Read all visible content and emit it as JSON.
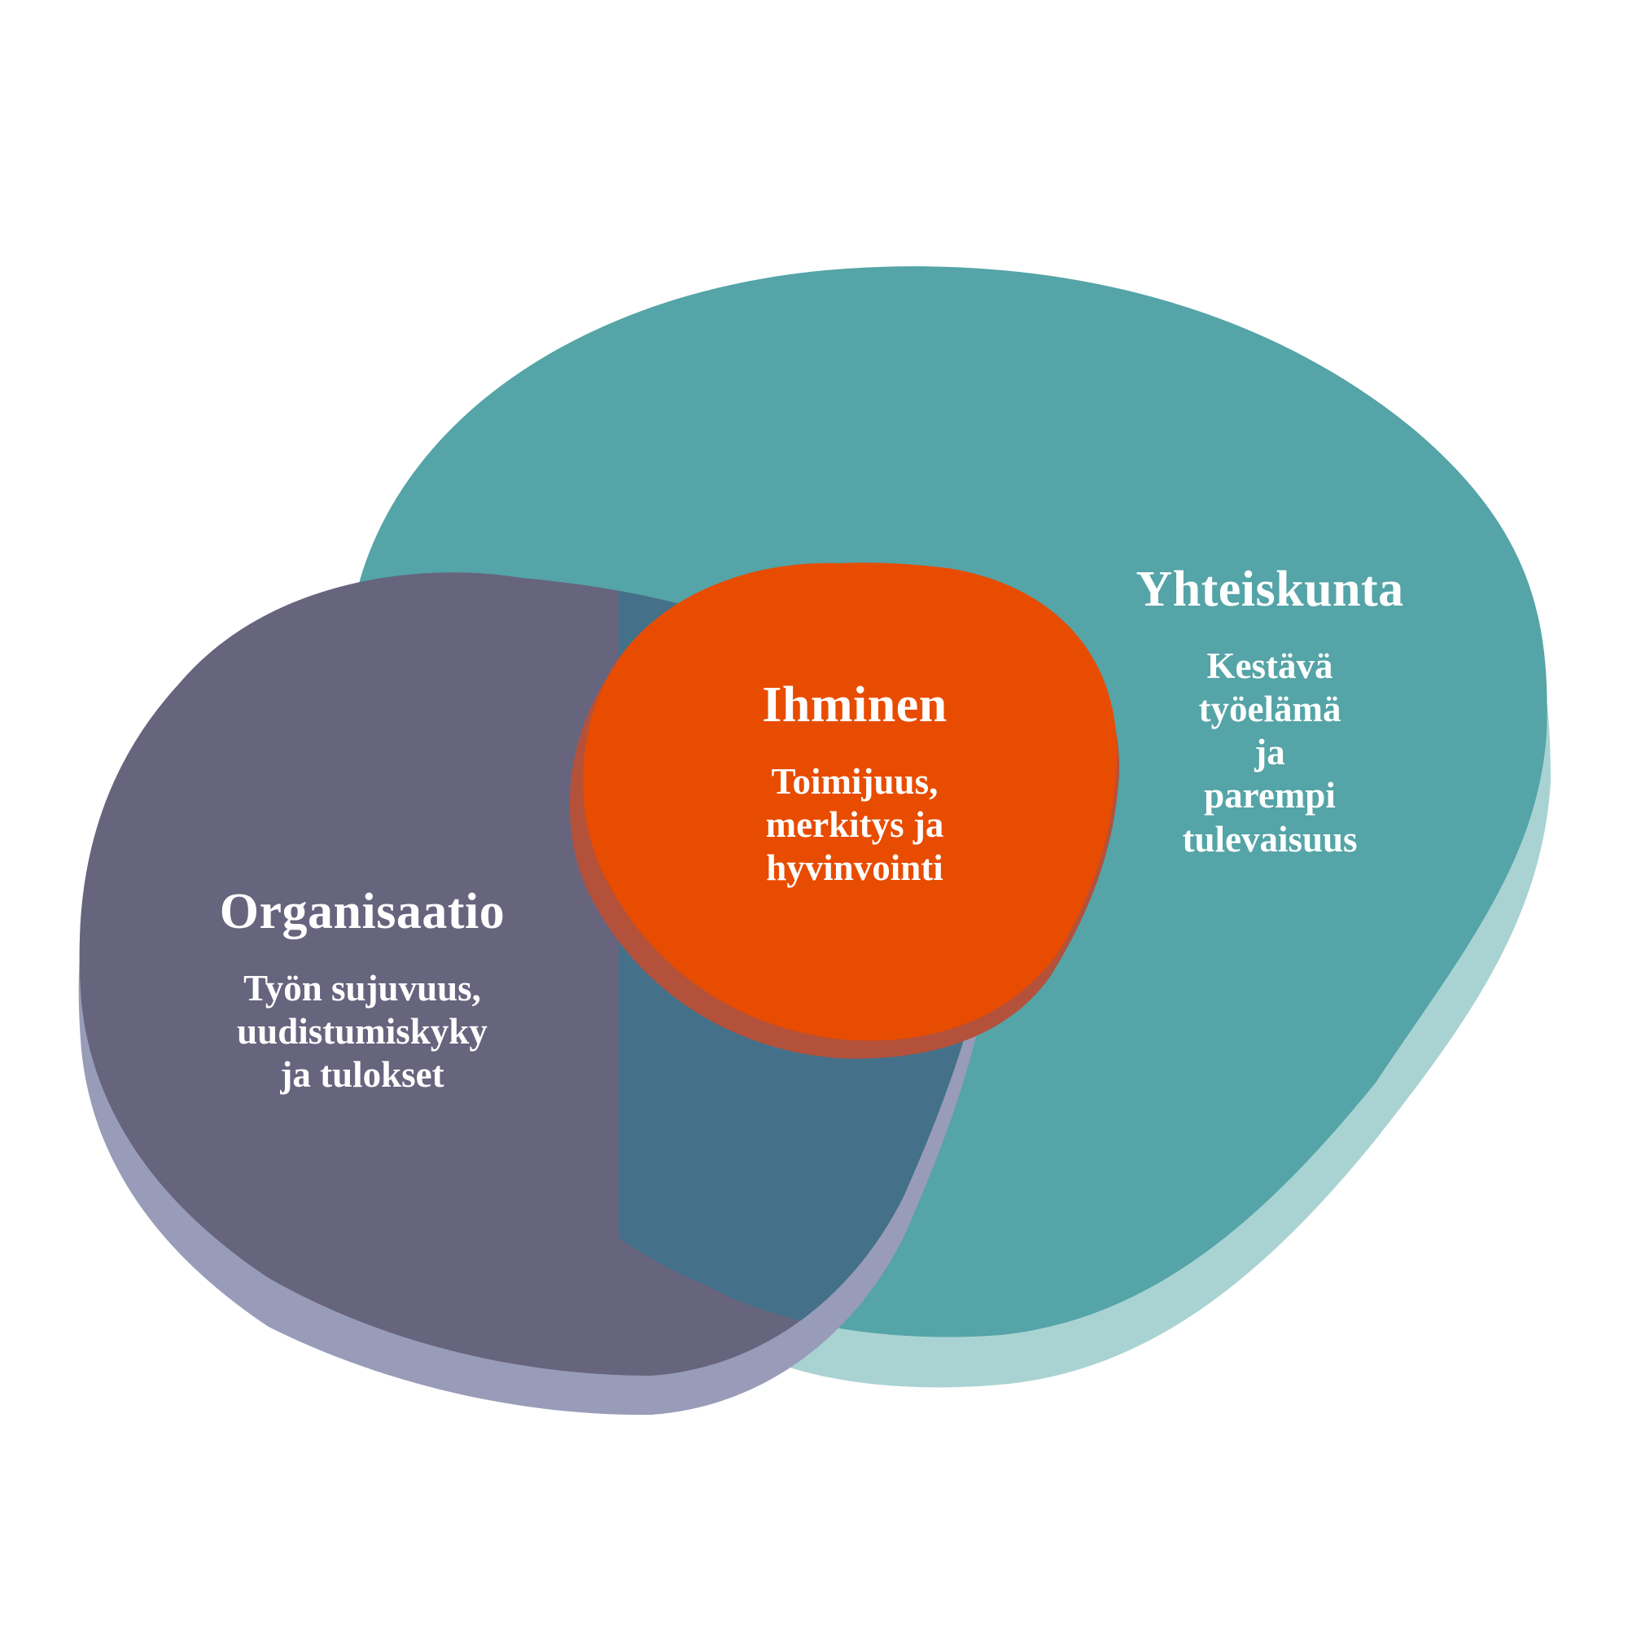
{
  "colors": {
    "society_blob": "#55a4a7",
    "society_shadow": "#a9d3d2",
    "organization_blob": "#67647e",
    "organization_shadow": "#989cb8",
    "overlap_blob": "#447189",
    "person_blob": "#e84c00",
    "person_shadow": "#b4513b",
    "text": "#ffffff"
  },
  "yhteiskunta": {
    "title": "Yhteiskunta",
    "lines": [
      "Kestävä",
      "työelämä",
      "ja",
      "parempi",
      "tulevaisuus"
    ]
  },
  "ihminen": {
    "title": "Ihminen",
    "lines": [
      "Toimijuus,",
      "merkitys ja",
      "hyvinvointi"
    ]
  },
  "organisaatio": {
    "title": "Organisaatio",
    "lines": [
      "Työn sujuvuus,",
      "uudistumiskyky",
      "ja tulokset"
    ]
  }
}
